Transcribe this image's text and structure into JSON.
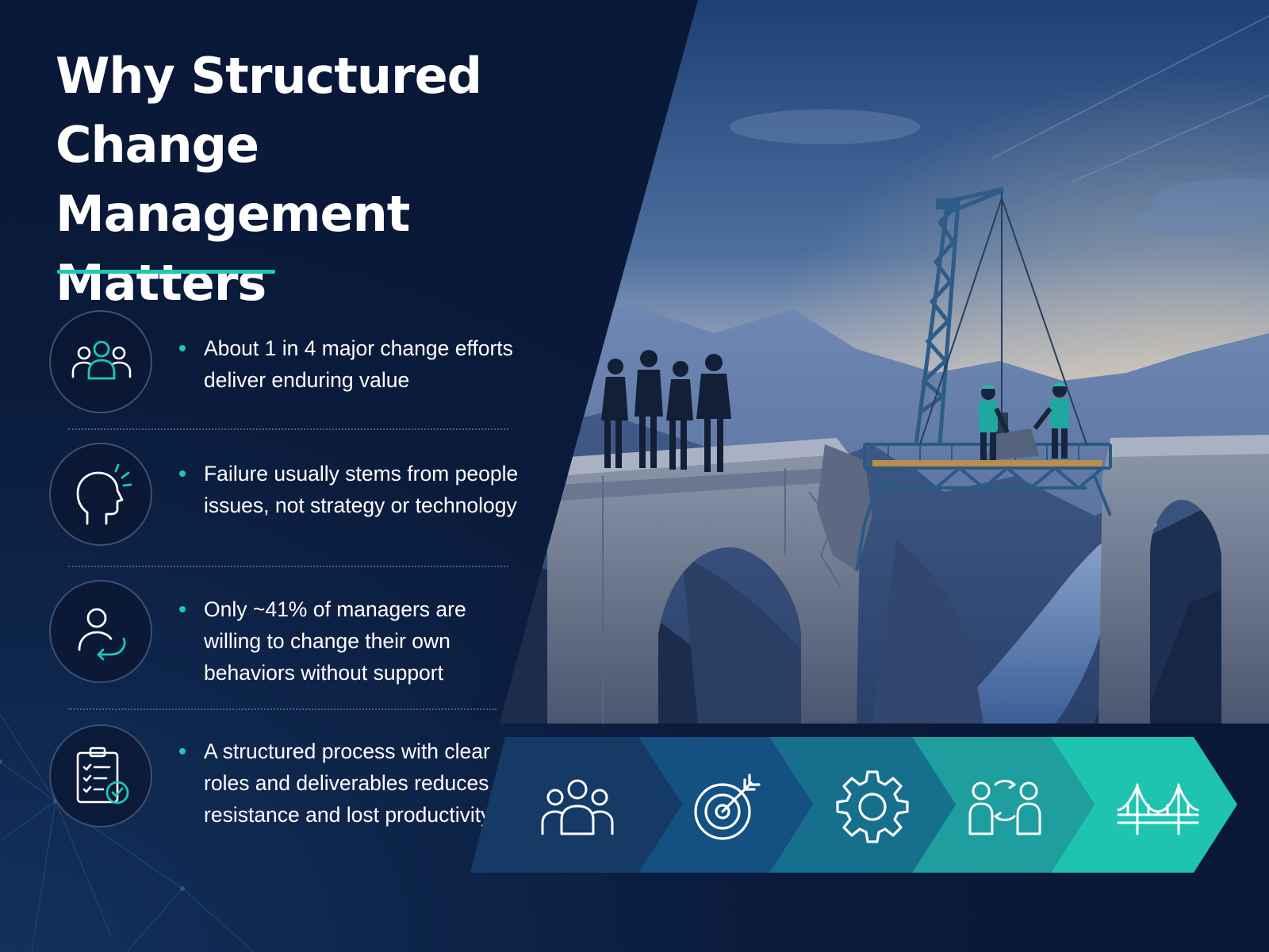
{
  "title": "Why Structured Change Management Matters",
  "colors": {
    "accent": "#1fc7b6",
    "background": "#0b1b3c",
    "text": "#ffffff",
    "chevrons": [
      "#163a66",
      "#145081",
      "#16708d",
      "#1e9e9f",
      "#1fc4b1"
    ]
  },
  "points": [
    {
      "icon": "team-icon",
      "text": "About 1 in 4 major change efforts deliver enduring value"
    },
    {
      "icon": "head-thinking-icon",
      "text": "Failure usually stems from people issues, not strategy or technology"
    },
    {
      "icon": "person-cycle-icon",
      "text": "Only ~41% of managers are willing to change their own behaviors without support"
    },
    {
      "icon": "checklist-icon",
      "text": "A structured process with clear roles and deliverables reduces resistance and lost productivity"
    }
  ],
  "process_steps": [
    {
      "icon": "team-icon"
    },
    {
      "icon": "target-icon"
    },
    {
      "icon": "gear-icon"
    },
    {
      "icon": "people-exchange-icon"
    },
    {
      "icon": "bridge-icon"
    }
  ],
  "illustration": {
    "description": "Workers on scaffolding repairing a broken stone bridge over a mountain gorge while businesspeople watch",
    "icon": "bridge-repair-illustration"
  }
}
